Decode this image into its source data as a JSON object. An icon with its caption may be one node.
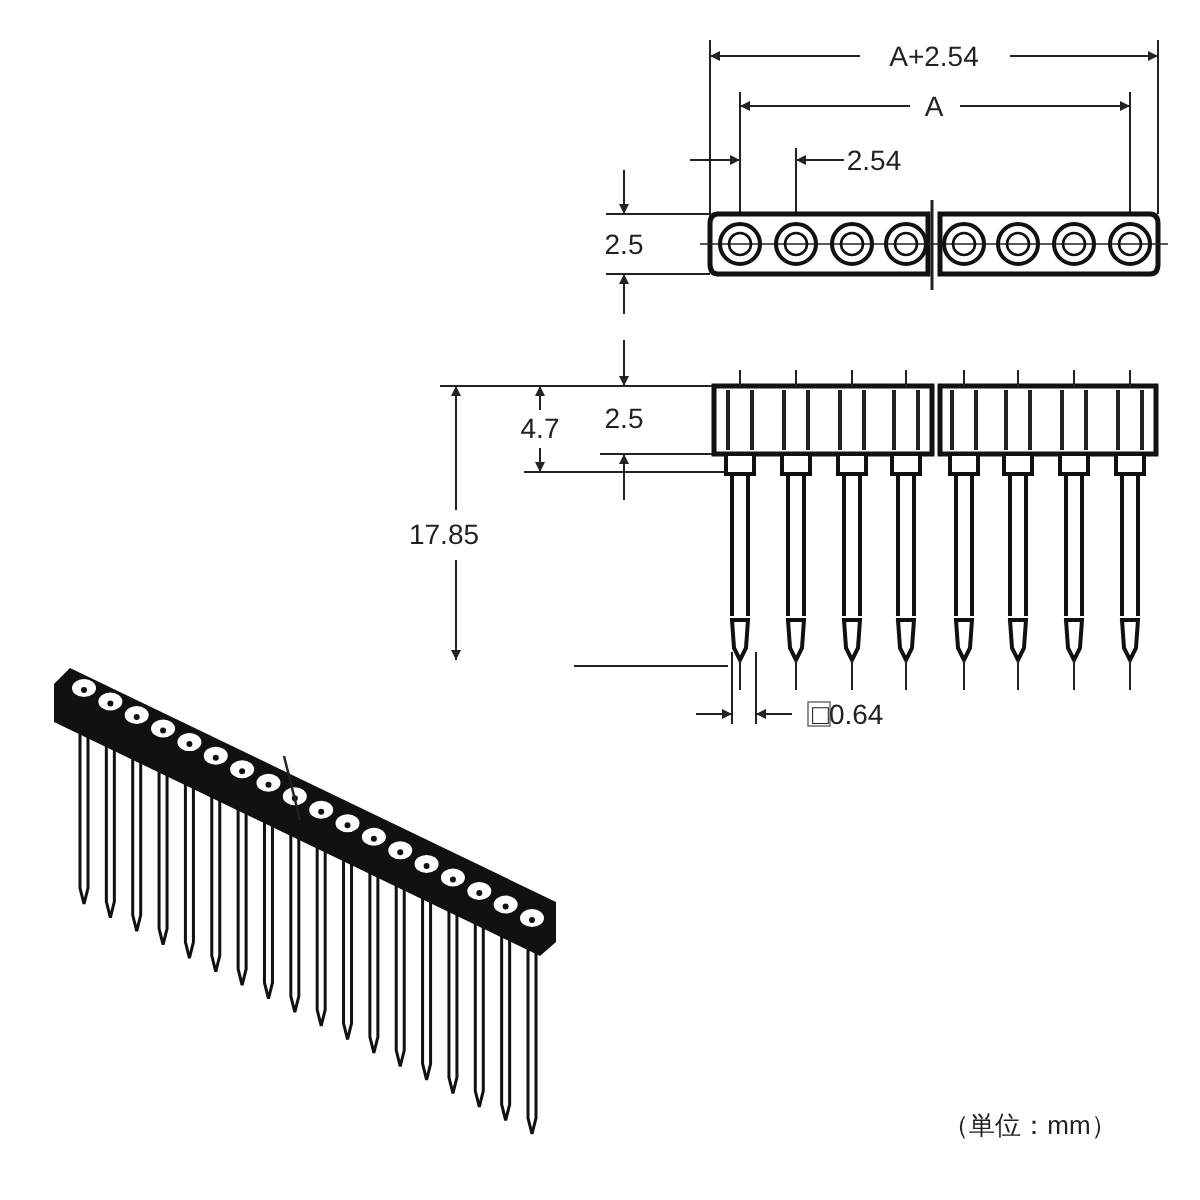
{
  "diagram": {
    "labels": [
      "A+2.54",
      "A",
      "2.54",
      "2.5",
      "4.7",
      "2.5",
      "17.85",
      "□0.64",
      "（単位：mm）"
    ]
  }
}
